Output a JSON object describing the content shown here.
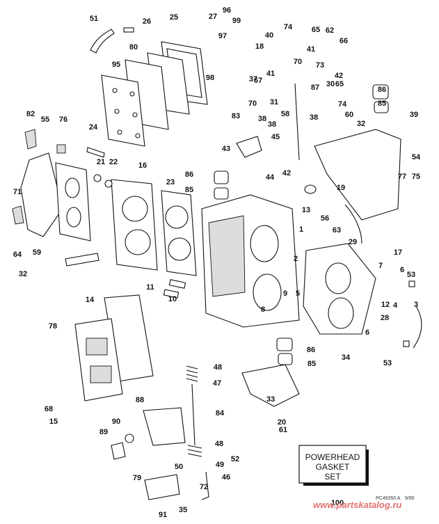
{
  "callouts": [
    "1",
    "2",
    "3",
    "4",
    "5",
    "6",
    "6",
    "7",
    "8",
    "9",
    "10",
    "11",
    "12",
    "13",
    "14",
    "15",
    "16",
    "17",
    "18",
    "19",
    "20",
    "21",
    "22",
    "23",
    "24",
    "25",
    "26",
    "27",
    "28",
    "29",
    "30",
    "31",
    "32",
    "32",
    "33",
    "34",
    "35",
    "37",
    "38",
    "38",
    "38",
    "39",
    "40",
    "41",
    "41",
    "42",
    "42",
    "43",
    "44",
    "45",
    "46",
    "47",
    "48",
    "48",
    "49",
    "50",
    "51",
    "52",
    "53",
    "53",
    "54",
    "55",
    "56",
    "58",
    "59",
    "60",
    "61",
    "62",
    "63",
    "64",
    "65",
    "65",
    "66",
    "67",
    "68",
    "70",
    "70",
    "71",
    "72",
    "73",
    "74",
    "74",
    "75",
    "76",
    "77",
    "78",
    "79",
    "80",
    "82",
    "83",
    "84",
    "85",
    "85",
    "85",
    "86",
    "86",
    "86",
    "87",
    "88",
    "89",
    "90",
    "91",
    "95",
    "96",
    "97",
    "98",
    "99",
    "100"
  ],
  "gasket_set_box": {
    "line1": "POWERHEAD",
    "line2": "GASKET",
    "line3": "SET"
  },
  "drawing_ref": "PC49350 A",
  "drawing_code": "9/95",
  "watermark": "www.partskatalog.ru"
}
